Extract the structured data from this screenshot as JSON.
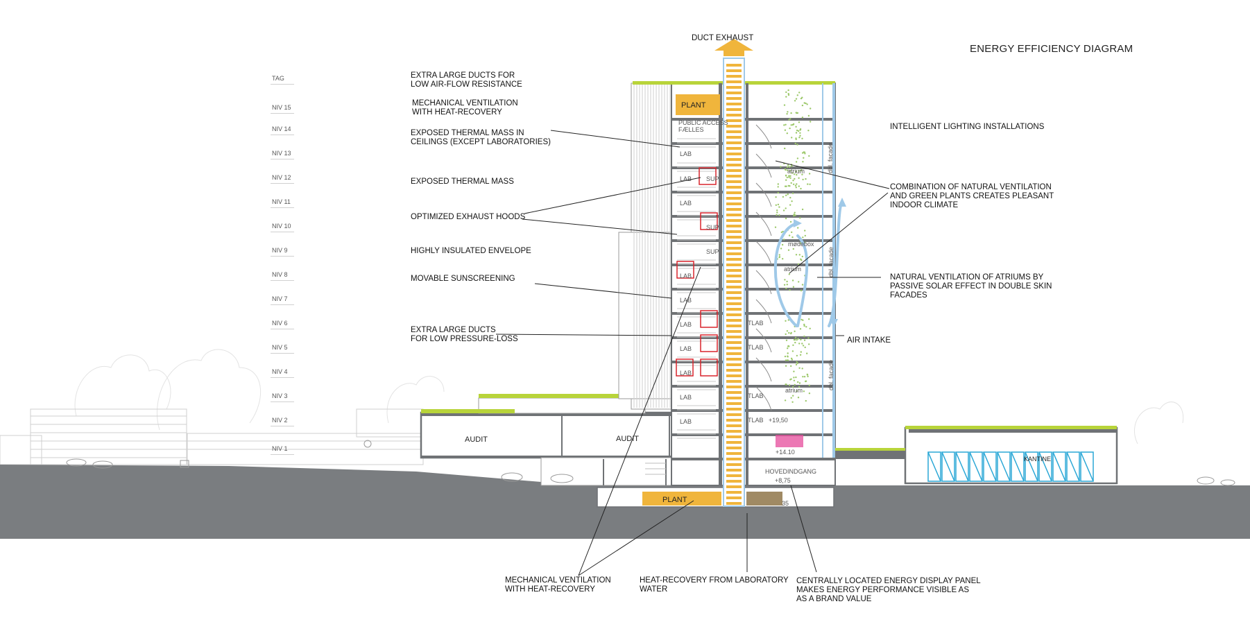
{
  "title": "ENERGY EFFICIENCY DIAGRAM",
  "levels": [
    "TAG",
    "NIV 15",
    "NIV 14",
    "NIV 13",
    "NIV 12",
    "NIV 11",
    "NIV 10",
    "NIV 9",
    "NIV 8",
    "NIV 7",
    "NIV 6",
    "NIV 5",
    "NIV 4",
    "NIV 3",
    "NIV 2",
    "NIV 1"
  ],
  "labels": {
    "duct_exhaust": "DUCT EXHAUST",
    "extra_large_ducts_flow": "EXTRA LARGE DUCTS FOR\nLOW AIR-FLOW RESISTANCE",
    "mech_vent_top": "MECHANICAL VENTILATION\nWITH HEAT-RECOVERY",
    "thermal_mass_ceilings": "EXPOSED THERMAL MASS IN\nCEILINGS (EXCEPT LABORATORIES)",
    "thermal_mass": "EXPOSED THERMAL MASS",
    "exhaust_hoods": "OPTIMIZED EXHAUST HOODS",
    "insulated_envelope": "HIGHLY INSULATED ENVELOPE",
    "sunscreening": "MOVABLE SUNSCREENING",
    "ducts_pressure": "EXTRA LARGE DUCTS\nFOR LOW PRESSURE-LOSS",
    "lighting": "INTELLIGENT LIGHTING INSTALLATIONS",
    "natural_vent_plants": "COMBINATION OF NATURAL VENTILATION\nAND GREEN PLANTS CREATES PLEASANT\nINDOOR CLIMATE",
    "natural_vent_atriums": "NATURAL VENTILATION OF ATRIUMS BY\nPASSIVE SOLAR EFFECT IN DOUBLE SKIN\nFACADES",
    "air_intake": "AIR INTAKE",
    "mech_vent_bottom": "MECHANICAL VENTILATION\nWITH HEAT-RECOVERY",
    "heat_recovery_water": "HEAT-RECOVERY FROM LABORATORY\nWATER",
    "energy_panel": "CENTRALLY LOCATED ENERGY DISPLAY PANEL\nMAKES ENERGY PERFORMANCE VISIBLE AS\nAS A BRAND VALUE"
  },
  "rooms": {
    "plant_top": "PLANT",
    "plant_bottom": "PLANT",
    "public_access": "PUBLIC ACCESS",
    "faelles": "FÆLLES",
    "lab": "LAB",
    "sup": "SUP",
    "tlab": "TLAB",
    "atrium": "atrium",
    "modebox": "mødebox",
    "dbl_facade": "dbl. facade",
    "audit": "AUDIT",
    "kantine": "KANTINE",
    "hovedindgang": "HOVEDINDGANG",
    "elev_1950": "+19,50",
    "elev_1410": "+14.10",
    "elev_875": "+8,75",
    "elev_35": "35"
  },
  "colors": {
    "duct_orange": "#f0b53c",
    "roof_green": "#b8d43a",
    "plants_green": "#9cc86a",
    "air_blue": "#9fc9e8",
    "sup_red": "#d8242c",
    "ground_gray": "#7a7d80",
    "structure_gray": "#6f7275",
    "display_pink": "#e64b9b",
    "plant_brown": "#a08a64"
  }
}
